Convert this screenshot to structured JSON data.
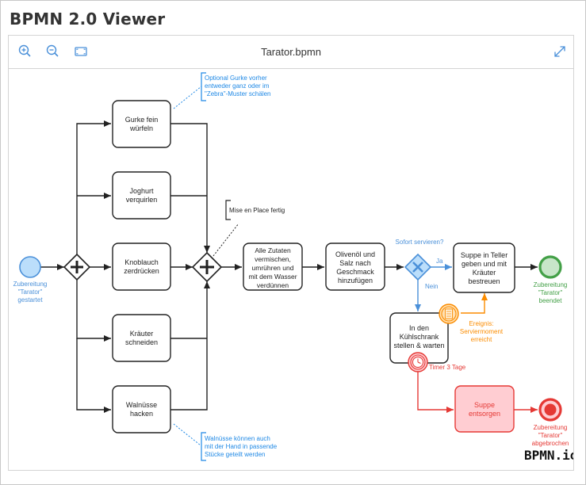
{
  "page": {
    "title": "BPMN 2.0 Viewer"
  },
  "toolbar": {
    "file_name": "Tarator.bpmn",
    "icons": [
      "zoom-in-icon",
      "zoom-out-icon",
      "fit-view-icon",
      "fullscreen-icon"
    ]
  },
  "diagram": {
    "start_event": [
      "Zubereitung",
      "\"Tarator\"",
      "gestartet"
    ],
    "end_ok": [
      "Zubereitung",
      "\"Tarator\"",
      "beendet"
    ],
    "end_cancel": [
      "Zubereitung",
      "\"Tarator\"",
      "abgebrochen"
    ],
    "tasks": {
      "gurke": [
        "Gurke fein",
        "würfeln"
      ],
      "joghurt": [
        "Joghurt",
        "verquirlen"
      ],
      "knoblauch": [
        "Knoblauch",
        "zerdrücken"
      ],
      "kraeuter": [
        "Kräuter",
        "schneiden"
      ],
      "walnuesse": [
        "Walnüsse",
        "hacken"
      ],
      "vermischen": [
        "Alle Zutaten",
        "vermischen,",
        "umrühren und",
        "mit dem Wasser",
        "verdünnen"
      ],
      "olivenoel": [
        "Olivenöl und",
        "Salz nach",
        "Geschmack",
        "hinzufügen"
      ],
      "teller": [
        "Suppe in Teller",
        "geben und mit",
        "Kräuter",
        "bestreuen"
      ],
      "kuehlschrank": [
        "In den",
        "Kühlschrank",
        "stellen & warten"
      ],
      "entsorgen": [
        "Suppe",
        "entsorgen"
      ]
    },
    "gateway_question": "Sofort servieren?",
    "flow_yes": "Ja",
    "flow_no": "Nein",
    "annotations": {
      "gurke": [
        "Optional Gurke vorher",
        "entweder ganz oder im",
        "\"Zebra\"-Muster schälen"
      ],
      "mise": [
        "Mise en Place fertig"
      ],
      "walnuesse": [
        "Walnüsse können auch",
        "mit der Hand in passende",
        "Stücke geteilt werden"
      ]
    },
    "message_event": [
      "Ereignis:",
      "Serviermoment",
      "erreicht"
    ],
    "timer_event": "Timer 3 Tage",
    "watermark": "BPMN.io"
  },
  "colors": {
    "blue": "#4a90d9",
    "blue_fill": "#bbdefb",
    "green": "#43a047",
    "green_fill": "#c8e6c9",
    "orange": "#fb8c00",
    "orange_fill": "#ffe0b2",
    "red": "#e53935",
    "red_fill": "#ffcdd2",
    "annotation": "#1e88e5"
  }
}
